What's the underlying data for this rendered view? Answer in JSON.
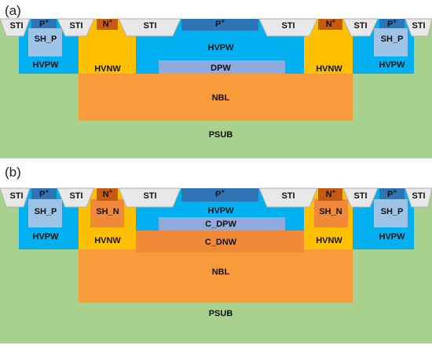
{
  "panels": [
    {
      "label": "(a)",
      "layers": {
        "psub": "PSUB",
        "nbl": "NBL",
        "hvpw_center": "HVPW",
        "dpw": "DPW",
        "hvnw_left": "HVNW",
        "hvnw_right": "HVNW",
        "hvpw_left": "HVPW",
        "hvpw_right": "HVPW",
        "shp_left": "SH_P",
        "shp_right": "SH_P"
      }
    },
    {
      "label": "(b)",
      "layers": {
        "psub": "PSUB",
        "nbl": "NBL",
        "hvpw_center": "HVPW",
        "dpw": "C_DPW",
        "cdnw": "C_DNW",
        "hvnw_left": "HVNW",
        "hvnw_right": "HVNW",
        "hvpw_left": "HVPW",
        "hvpw_right": "HVPW",
        "shp_left": "SH_P",
        "shp_right": "SH_P",
        "shn_left": "SH_N",
        "shn_right": "SH_N"
      }
    }
  ],
  "surface": {
    "sti": "STI",
    "p_plus": "P",
    "n_plus": "N",
    "plus_sign": "+"
  },
  "colors": {
    "psub": "#a9d18e",
    "nbl": "#f79b3b",
    "hvnw": "#ffc000",
    "hvpw": "#00b0f0",
    "dpw": "#8faadc",
    "c_dnw": "#f08a3a",
    "sh_p": "#9dc3e6",
    "sh_n": "#f08a3a",
    "p_plus": "#2e75b6",
    "n_plus": "#c55a11",
    "sti": "#e8e8e8"
  }
}
